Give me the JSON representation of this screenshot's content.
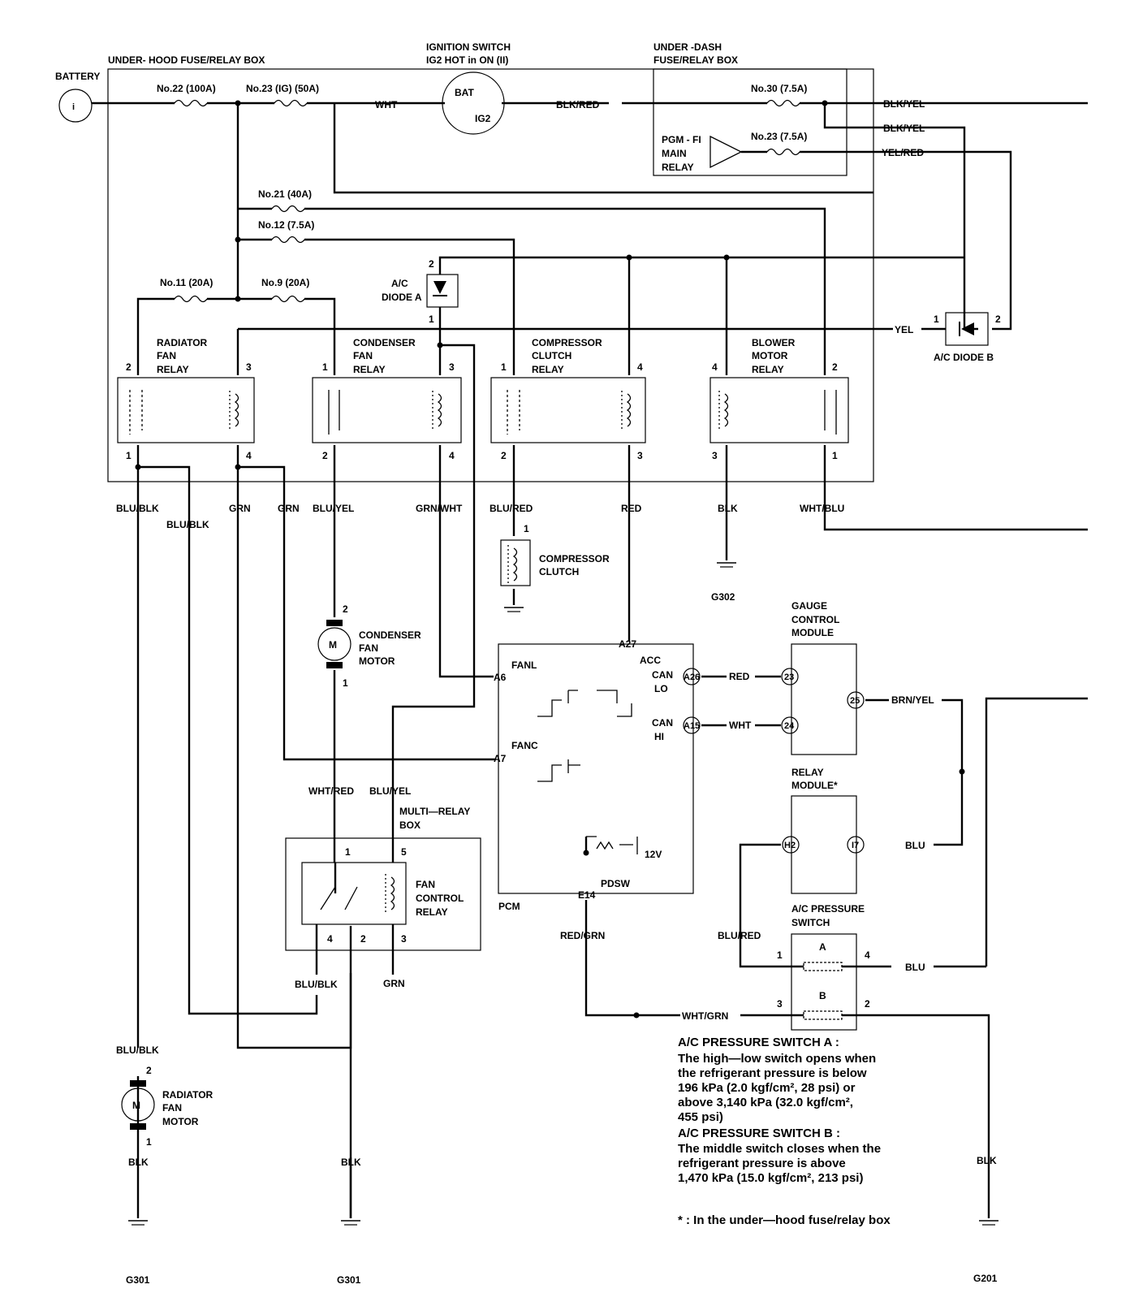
{
  "battery": {
    "label": "BATTERY",
    "circle": "i"
  },
  "underhood_box": {
    "title": "UNDER- HOOD FUSE/RELAY BOX"
  },
  "ignition": {
    "title1": "IGNITION SWITCH",
    "title2": "IG2 HOT in ON (II)",
    "bat": "BAT",
    "ig2": "IG2"
  },
  "underdash_box": {
    "title1": "UNDER -DASH",
    "title2": "FUSE/RELAY BOX",
    "pgm1": "PGM - FI",
    "pgm2": "MAIN",
    "pgm3": "RELAY"
  },
  "fuses": {
    "f22": "No.22 (100A)",
    "f23ig": "No.23 (IG) (50A)",
    "f30": "No.30 (7.5A)",
    "f23": "No.23 (7.5A)",
    "f21": "No.21 (40A)",
    "f12": "No.12 (7.5A)",
    "f11": "No.11 (20A)",
    "f9": "No.9 (20A)"
  },
  "relays": {
    "radiator": {
      "l1": "RADIATOR",
      "l2": "FAN",
      "l3": "RELAY"
    },
    "condenser": {
      "l1": "CONDENSER",
      "l2": "FAN",
      "l3": "RELAY"
    },
    "compressor": {
      "l1": "COMPRESSOR",
      "l2": "CLUTCH",
      "l3": "RELAY"
    },
    "blower": {
      "l1": "BLOWER",
      "l2": "MOTOR",
      "l3": "RELAY"
    }
  },
  "diodes": {
    "a1": "A/C",
    "a2": "DIODE A",
    "b": "A/C DIODE B"
  },
  "pins": {
    "p1": "1",
    "p2": "2",
    "p3": "3",
    "p4": "4",
    "p5": "5"
  },
  "wires": {
    "wht": "WHT",
    "blkred": "BLK/RED",
    "blkyel": "BLK/YEL",
    "yelred": "YEL/RED",
    "yel": "YEL",
    "blublk": "BLU/BLK",
    "grn": "GRN",
    "bluyel": "BLU/YEL",
    "grnwht": "GRN/WHT",
    "blured": "BLU/RED",
    "red": "RED",
    "blk": "BLK",
    "whtblu": "WHT/BLU",
    "whtred": "WHT/RED",
    "redgrn": "RED/GRN",
    "brnyel": "BRN/YEL",
    "blu": "BLU",
    "whtgrn": "WHT/GRN"
  },
  "components": {
    "comp_clutch1": "COMPRESSOR",
    "comp_clutch2": "CLUTCH",
    "cond_motor1": "CONDENSER",
    "cond_motor2": "FAN",
    "cond_motor3": "MOTOR",
    "rad_motor1": "RADIATOR",
    "rad_motor2": "FAN",
    "rad_motor3": "MOTOR",
    "motor_m": "M",
    "multi1": "MULTI—RELAY",
    "multi2": "BOX",
    "fcr1": "FAN",
    "fcr2": "CONTROL",
    "fcr3": "RELAY",
    "gauge1": "GAUGE",
    "gauge2": "CONTROL",
    "gauge3": "MODULE",
    "relaymod1": "RELAY",
    "relaymod2": "MODULE*",
    "acps1": "A/C PRESSURE",
    "acps2": "SWITCH",
    "sw_a": "A",
    "sw_b": "B"
  },
  "pcm": {
    "label": "PCM",
    "a27": "A27",
    "a6": "A6",
    "a7": "A7",
    "a26": "A26",
    "a15": "A15",
    "e14": "E14",
    "acc": "ACC",
    "fanl": "FANL",
    "fanc": "FANC",
    "can": "CAN",
    "lo": "LO",
    "hi": "HI",
    "pdsw": "PDSW",
    "v12": "12V"
  },
  "connectors": {
    "g23": "23",
    "g24": "24",
    "g25": "25",
    "h2": "H2",
    "i7": "I7"
  },
  "grounds": {
    "g302": "G302",
    "g301": "G301",
    "g201": "G201"
  },
  "notes": {
    "a_title": "A/C PRESSURE SWITCH A :",
    "a_l1": "The high—low switch opens when",
    "a_l2": "the refrigerant pressure is below",
    "a_l3": "196 kPa (2.0 kgf/cm², 28 psi) or",
    "a_l4": "above 3,140 kPa (32.0 kgf/cm²,",
    "a_l5": "455 psi)",
    "b_title": "A/C PRESSURE SWITCH B :",
    "b_l1": "The middle switch closes when the",
    "b_l2": "refrigerant pressure is above",
    "b_l3": "1,470 kPa (15.0 kgf/cm², 213 psi)",
    "footnote": "* : In the under—hood fuse/relay box"
  }
}
